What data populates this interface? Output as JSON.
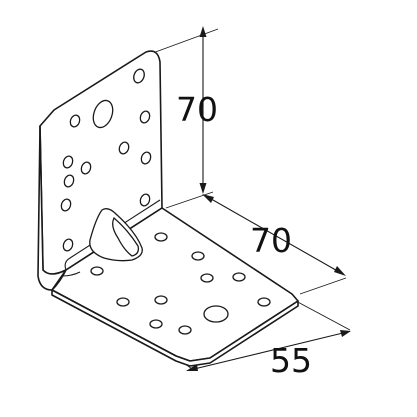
{
  "dimensions": {
    "height": "70",
    "length": "70",
    "width": "55"
  },
  "colors": {
    "line": "#1a1a1a",
    "plate": "#ffffff",
    "background": "#ffffff"
  }
}
